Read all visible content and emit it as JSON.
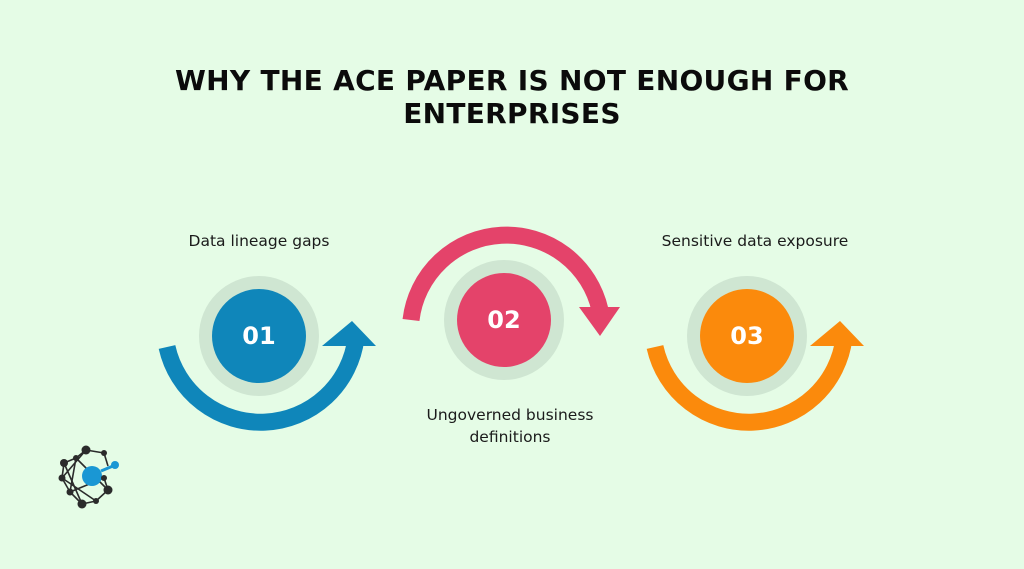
{
  "title": "WHY THE ACE PAPER IS NOT ENOUGH FOR ENTERPRISES",
  "colors": {
    "background": "#e5fce6",
    "step_1": "#0f86ba",
    "step_2": "#e4436a",
    "step_3": "#fb8a0c",
    "halo": "#cfe6d2",
    "logo_dark": "#2b2b2b",
    "logo_accent": "#1a97d4"
  },
  "steps": [
    {
      "number": "01",
      "label": "Data lineage gaps"
    },
    {
      "number": "02",
      "label": "Ungoverned business definitions"
    },
    {
      "number": "03",
      "label": "Sensitive data exposure"
    }
  ],
  "logo": {
    "icon": "network-nodes-logo-icon"
  }
}
